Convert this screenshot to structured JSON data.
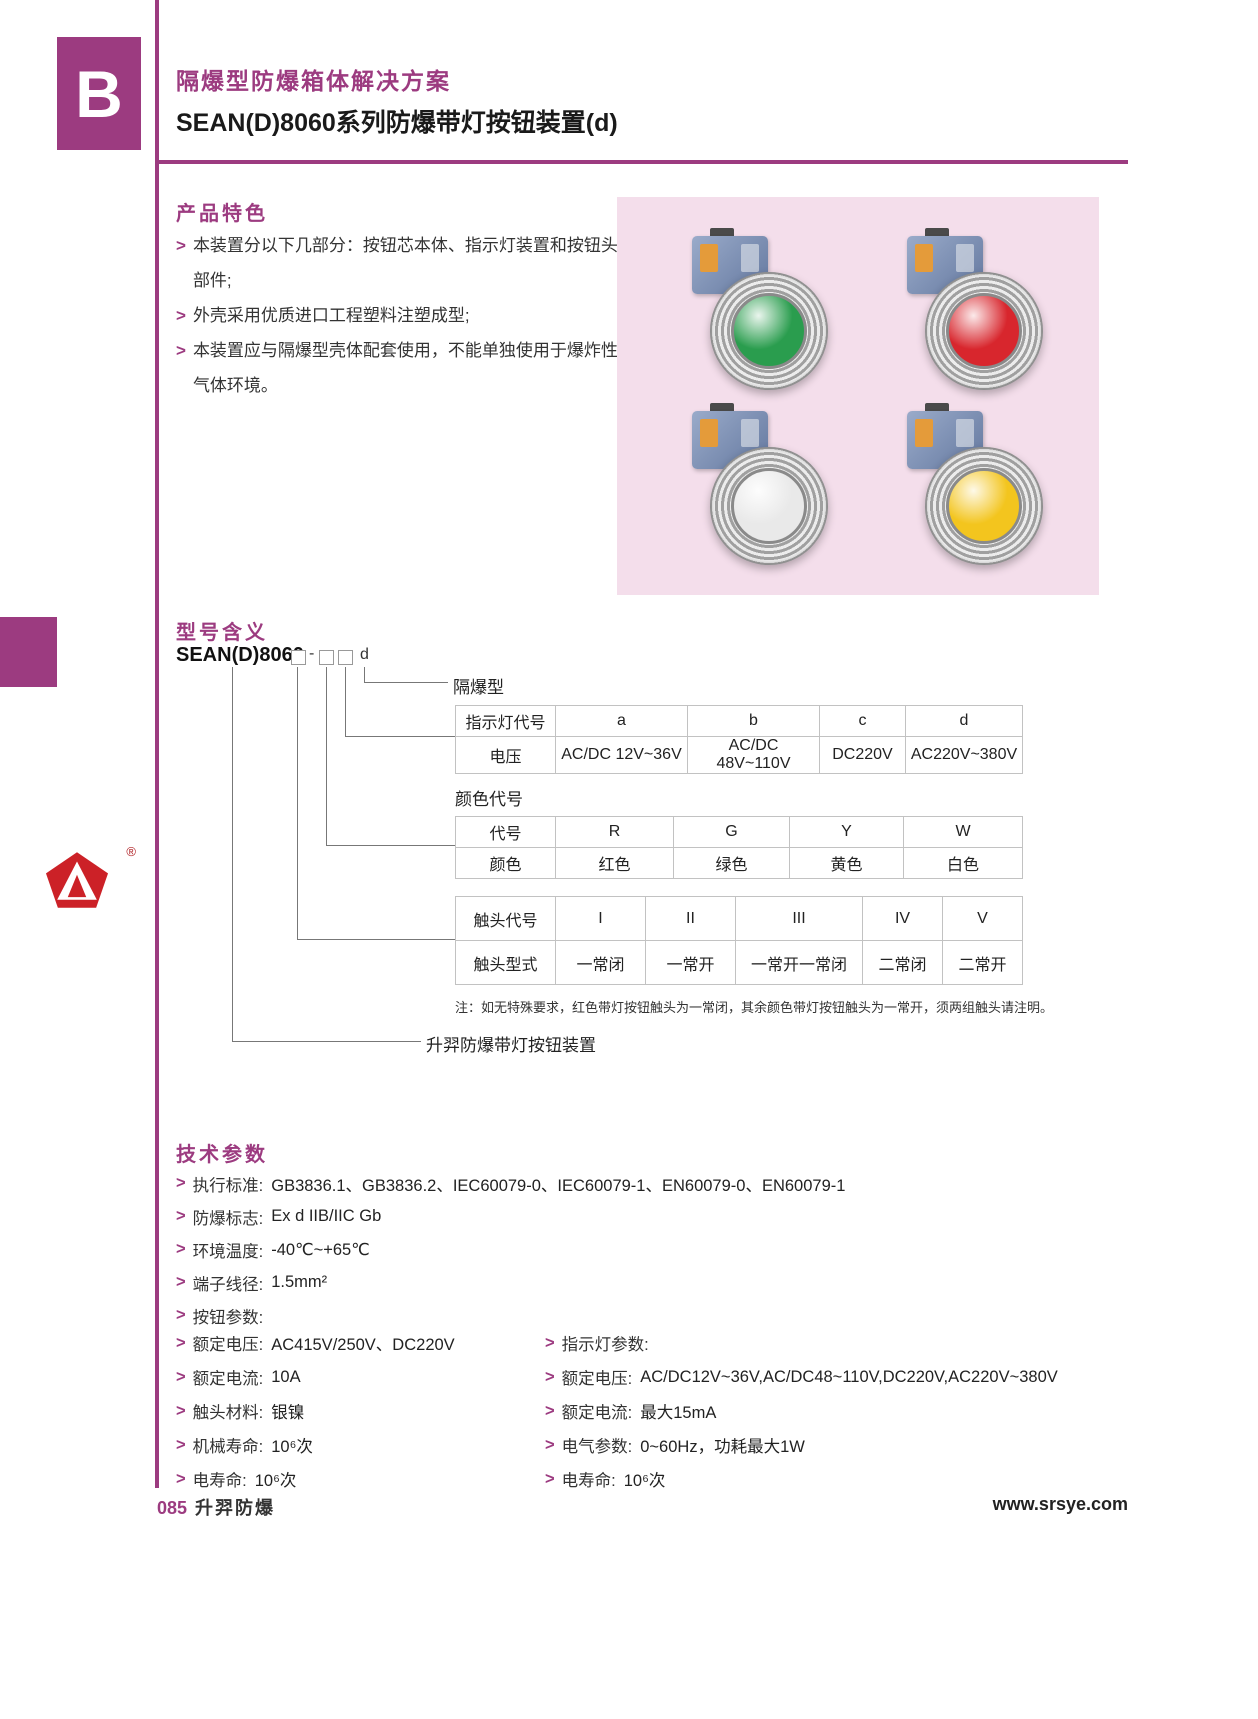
{
  "theme": {
    "accent": "#9c3b80",
    "logo_red": "#cc2127",
    "panel_pink": "#f4deeb"
  },
  "ui": {
    "marker": ">",
    "section_letter": "B",
    "registered_mark": "®"
  },
  "header": {
    "title": "隔爆型防爆箱体解决方案",
    "subtitle": "SEAN(D)8060系列防爆带灯按钮装置(d)"
  },
  "features": {
    "title": "产品特色",
    "items": [
      "本装置分以下几部分：按钮芯本体、指示灯装置和按钮头部件;",
      "外壳采用优质进口工程塑料注塑成型;",
      "本装置应与隔爆型壳体配套使用，不能单独使用于爆炸性气体环境。"
    ]
  },
  "products": {
    "names": [
      "green-pushbutton",
      "red-pushbutton",
      "white-pushbutton",
      "yellow-pushbutton"
    ],
    "colors": [
      "#2a9d4e",
      "#d8262d",
      "#e9e9e9",
      "#f3c51e"
    ]
  },
  "model": {
    "title": "型号含义",
    "code_prefix": "SEAN(D)8060",
    "code_dash": "-",
    "code_suffix": "d",
    "labels": {
      "flameproof": "隔爆型",
      "color_code_heading": "颜色代号",
      "product": "升羿防爆带灯按钮装置",
      "note": "注：如无特殊要求，红色带灯按钮触头为一常闭，其余颜色带灯按钮触头为一常开，须两组触头请注明。"
    },
    "indicator_table": {
      "row1_label": "指示灯代号",
      "row2_label": "电压",
      "codes": [
        "a",
        "b",
        "c",
        "d"
      ],
      "voltages": [
        "AC/DC 12V~36V",
        "AC/DC 48V~110V",
        "DC220V",
        "AC220V~380V"
      ]
    },
    "color_table": {
      "row1_label": "代号",
      "row2_label": "颜色",
      "codes": [
        "R",
        "G",
        "Y",
        "W"
      ],
      "colors": [
        "红色",
        "绿色",
        "黄色",
        "白色"
      ]
    },
    "contact_table": {
      "row1_label": "触头代号",
      "row2_label": "触头型式",
      "codes": [
        "I",
        "II",
        "III",
        "IV",
        "V"
      ],
      "types": [
        "一常闭",
        "一常开",
        "一常开一常闭",
        "二常闭",
        "二常开"
      ]
    }
  },
  "tech": {
    "title": "技术参数",
    "left": [
      {
        "label": "执行标准:",
        "value": "GB3836.1、GB3836.2、IEC60079-0、IEC60079-1、EN60079-0、EN60079-1"
      },
      {
        "label": "防爆标志:",
        "value": "Ex d IIB/IIC Gb"
      },
      {
        "label": "环境温度:",
        "value": "-40℃~+65℃"
      },
      {
        "label": "端子线径:",
        "value": "1.5mm²"
      },
      {
        "label": "按钮参数:",
        "value": ""
      },
      {
        "label": "额定电压:",
        "value": "AC415V/250V、DC220V"
      },
      {
        "label": "额定电流:",
        "value": "10A"
      },
      {
        "label": "触头材料:",
        "value": "银镍"
      },
      {
        "label": "机械寿命:",
        "value": "10⁶次"
      },
      {
        "label": "电寿命:",
        "value": "10⁶次"
      }
    ],
    "right": [
      {
        "label": "指示灯参数:",
        "value": ""
      },
      {
        "label": "额定电压:",
        "value": "AC/DC12V~36V,AC/DC48~110V,DC220V,AC220V~380V"
      },
      {
        "label": "额定电流:",
        "value": "最大15mA"
      },
      {
        "label": "电气参数:",
        "value": "0~60Hz，功耗最大1W"
      },
      {
        "label": "电寿命:",
        "value": "10⁶次"
      }
    ]
  },
  "footer": {
    "page_number": "085",
    "brand": "升羿防爆",
    "website": "www.srsye.com"
  }
}
